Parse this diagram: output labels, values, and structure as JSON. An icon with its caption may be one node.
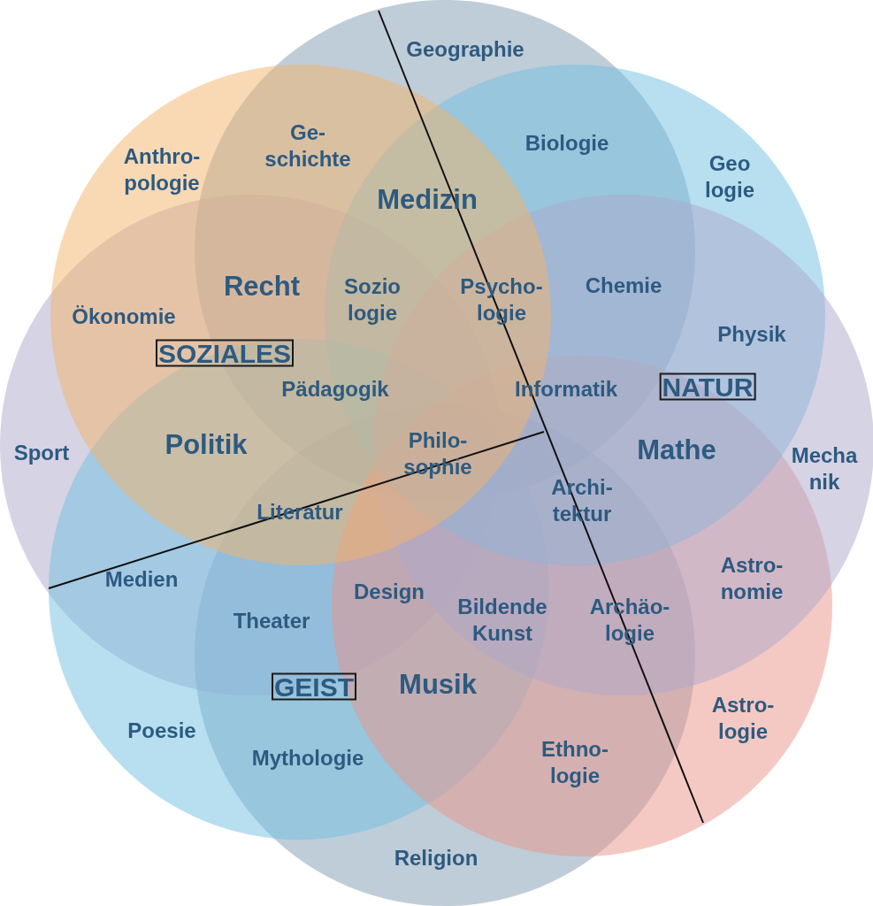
{
  "diagram": {
    "nodes": [
      {
        "text": [
          "Geographie"
        ]
      },
      {
        "text": [
          "Anthro- pologie"
        ]
      },
      {
        "text": [
          "Geo logie"
        ]
      },
      {
        "text": [
          "Sport"
        ]
      },
      {
        "text": [
          "Mecha nik"
        ]
      },
      {
        "text": [
          "Poesie"
        ]
      },
      {
        "text": [
          "Astro- logie"
        ]
      },
      {
        "text": [
          "Religion"
        ]
      },
      {
        "text": [
          "SOZIALES"
        ]
      },
      {
        "text": [
          "NATUR"
        ]
      },
      {
        "text": [
          "GEIST"
        ]
      }
    ],
    "labels": [
      "Ge- schichte",
      "Biologie",
      "Medizin",
      "Recht",
      "Sozio logie",
      "Psycho- logie",
      "Chemie",
      "Ökonomie",
      "Physik",
      "Pädagogik",
      "Informatik",
      "Politik",
      "Philo- sophie",
      "Mathe",
      "Literatur",
      "Archi- tektur",
      "Medien",
      "Design",
      "Astro- nomie",
      "Theater",
      "Bildende Kunst",
      "Archäo- logie",
      "Musik",
      "Mythologie",
      "Ethno- logie"
    ]
  }
}
